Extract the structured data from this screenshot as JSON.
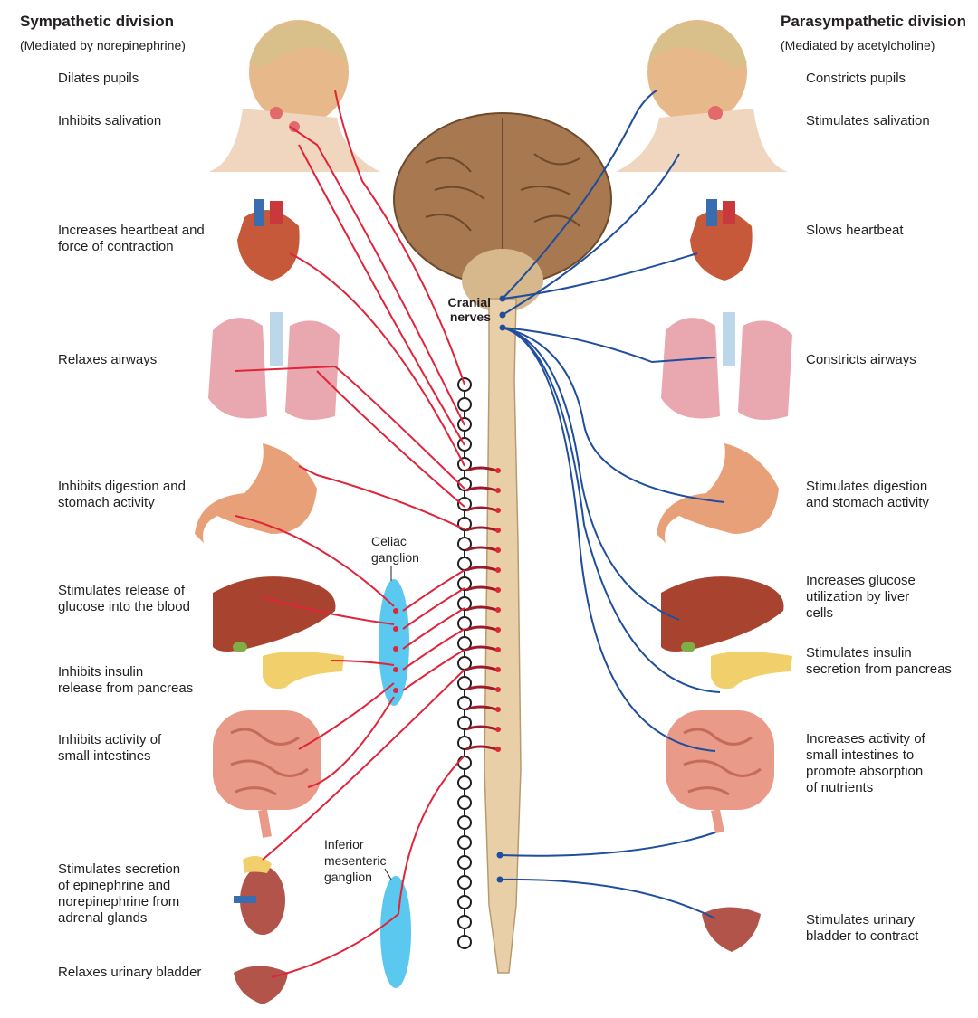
{
  "sympathetic": {
    "title": "Sympathetic division",
    "subtitle": "(Mediated by norepinephrine)",
    "effects": [
      "Dilates pupils",
      "Inhibits salivation",
      "Increases heartbeat and\nforce of contraction",
      "Relaxes airways",
      "Inhibits digestion and\nstomach activity",
      "Stimulates release of\nglucose into the blood",
      "Inhibits insulin\nrelease from pancreas",
      "Inhibits activity of\nsmall intestines",
      "Stimulates secretion\nof epinephrine and\nnorepinephrine from\nadrenal glands",
      "Relaxes urinary bladder"
    ]
  },
  "parasympathetic": {
    "title": "Parasympathetic division",
    "subtitle": "(Mediated by acetylcholine)",
    "effects": [
      "Constricts pupils",
      "Stimulates salivation",
      "Slows heartbeat",
      "Constricts airways",
      "Stimulates digestion\nand stomach activity",
      "Increases glucose\nutilization by liver\ncells",
      "Stimulates insulin\nsecretion from pancreas",
      "Increases activity of\nsmall intestines to\npromote absorption\nof nutrients",
      "Stimulates urinary\nbladder to contract"
    ]
  },
  "labels": {
    "cranial_nerves": "Cranial\nnerves",
    "celiac_ganglion": "Celiac\nganglion",
    "inferior_mesenteric_ganglion": "Inferior\nmesenteric\nganglion"
  },
  "colors": {
    "sympathetic": "#e0243a",
    "parasympathetic": "#1f4e9c",
    "ganglion": "#5bc8f0",
    "spinal_cord": "#e9cfa8",
    "brain": "#a87850",
    "organ": "#e79a86"
  }
}
